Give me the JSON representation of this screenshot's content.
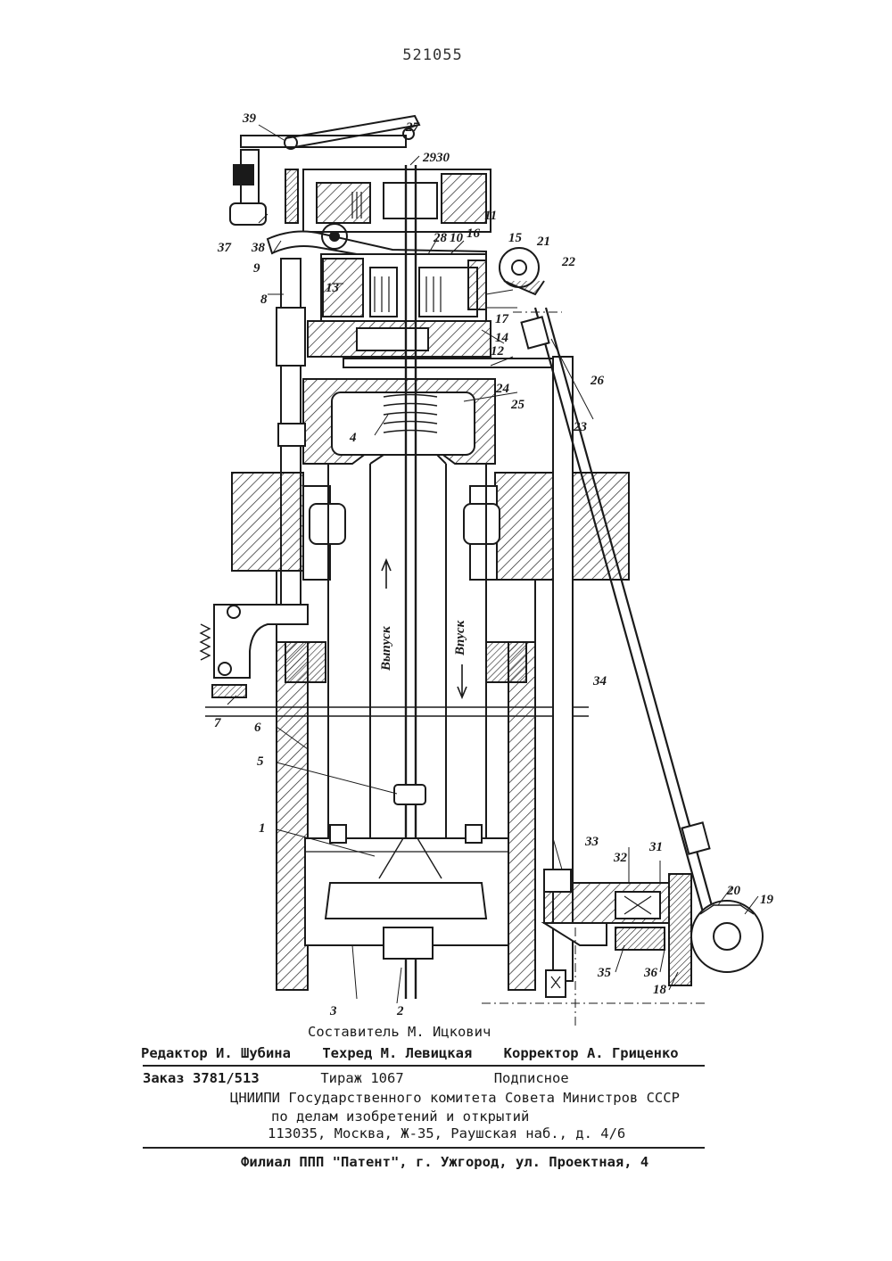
{
  "document": {
    "page_number": "521055"
  },
  "figure": {
    "part_labels": [
      {
        "text": "39"
      },
      {
        "text": "27"
      },
      {
        "text": "2930"
      },
      {
        "text": "37"
      },
      {
        "text": "38"
      },
      {
        "text": "9"
      },
      {
        "text": "11"
      },
      {
        "text": "28"
      },
      {
        "text": "10"
      },
      {
        "text": "16"
      },
      {
        "text": "15"
      },
      {
        "text": "21"
      },
      {
        "text": "22"
      },
      {
        "text": "8"
      },
      {
        "text": "13"
      },
      {
        "text": "17"
      },
      {
        "text": "14"
      },
      {
        "text": "12"
      },
      {
        "text": "24"
      },
      {
        "text": "26"
      },
      {
        "text": "25"
      },
      {
        "text": "4"
      },
      {
        "text": "23"
      },
      {
        "text": "7"
      },
      {
        "text": "34"
      },
      {
        "text": "6"
      },
      {
        "text": "5"
      },
      {
        "text": "1"
      },
      {
        "text": "33"
      },
      {
        "text": "32"
      },
      {
        "text": "31"
      },
      {
        "text": "20"
      },
      {
        "text": "19"
      },
      {
        "text": "35"
      },
      {
        "text": "36"
      },
      {
        "text": "18"
      },
      {
        "text": "3"
      },
      {
        "text": "2"
      }
    ],
    "flow_labels": {
      "outlet": "Выпуск",
      "inlet": "Впуск"
    }
  },
  "imprint": {
    "composer": "Составитель М. Ицкович",
    "editor": "Редактор И. Шубина",
    "techred": "Техред М. Левицкая",
    "corrector": "Корректор А. Гриценко",
    "order": "Заказ 3781/513",
    "circulation": "Тираж 1067",
    "subscription": "Подписное",
    "organization": "ЦНИИПИ Государственного комитета Совета Министров СССР",
    "organization_line2": "по делам изобретений и открытий",
    "address": "113035, Москва, Ж-35, Раушская наб., д. 4/6",
    "branch": "Филиал ППП \"Патент\", г. Ужгород, ул. Проектная, 4"
  }
}
